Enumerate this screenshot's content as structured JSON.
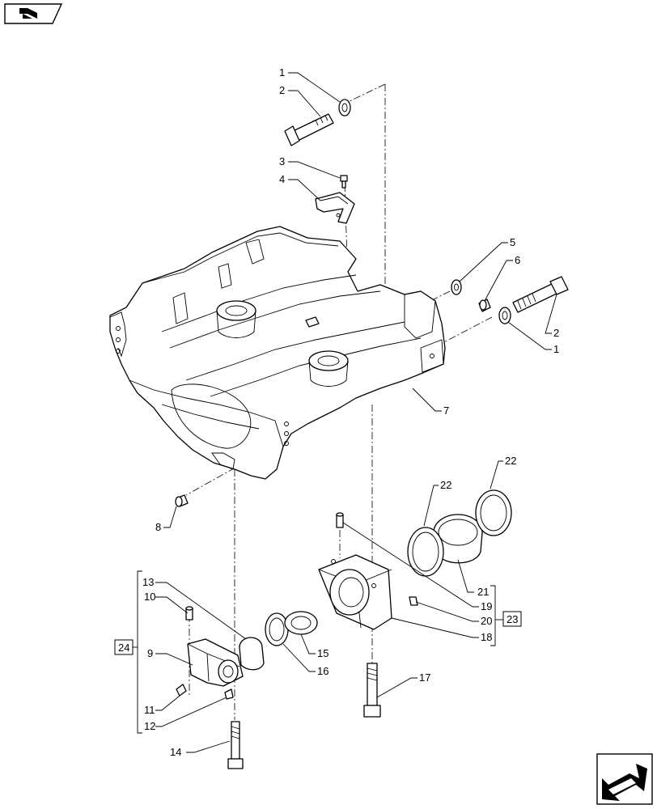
{
  "diagram": {
    "labels": [
      {
        "id": "l1a",
        "text": "1"
      },
      {
        "id": "l2a",
        "text": "2"
      },
      {
        "id": "l3",
        "text": "3"
      },
      {
        "id": "l4",
        "text": "4"
      },
      {
        "id": "l5",
        "text": "5"
      },
      {
        "id": "l6",
        "text": "6"
      },
      {
        "id": "l2b",
        "text": "2"
      },
      {
        "id": "l1b",
        "text": "1"
      },
      {
        "id": "l7",
        "text": "7"
      },
      {
        "id": "l8",
        "text": "8"
      },
      {
        "id": "l22a",
        "text": "22"
      },
      {
        "id": "l22b",
        "text": "22"
      },
      {
        "id": "l21",
        "text": "21"
      },
      {
        "id": "l19",
        "text": "19"
      },
      {
        "id": "l20",
        "text": "20"
      },
      {
        "id": "l18",
        "text": "18"
      },
      {
        "id": "l23",
        "text": "23"
      },
      {
        "id": "l13",
        "text": "13"
      },
      {
        "id": "l10",
        "text": "10"
      },
      {
        "id": "l24",
        "text": "24"
      },
      {
        "id": "l9",
        "text": "9"
      },
      {
        "id": "l15",
        "text": "15"
      },
      {
        "id": "l16",
        "text": "16"
      },
      {
        "id": "l17",
        "text": "17"
      },
      {
        "id": "l11",
        "text": "11"
      },
      {
        "id": "l12",
        "text": "12"
      },
      {
        "id": "l14",
        "text": "14"
      }
    ]
  },
  "icons": {
    "top_left": "catalog-book-icon",
    "bottom_right": "next-page-arrow-icon"
  }
}
